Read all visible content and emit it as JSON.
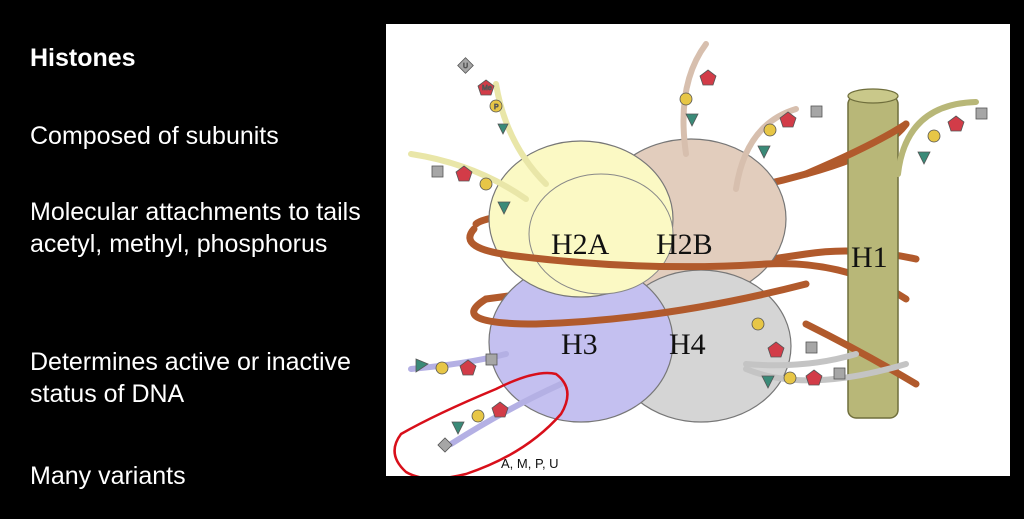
{
  "slide": {
    "title": "Histones",
    "bullets": [
      "Composed of subunits",
      "Molecular attachments to tails acetyl, methyl, phosphorus",
      "Determines active or inactive status of DNA",
      "Many variants"
    ]
  },
  "diagram": {
    "subunits": {
      "h2a": "H2A",
      "h2b": "H2B",
      "h3": "H3",
      "h4": "H4",
      "h1": "H1"
    },
    "mod_letters": {
      "methyl": "Me",
      "phospho": "P",
      "acetyl": "A",
      "ubiquitin": "U"
    },
    "annotation": "A, M, P, U",
    "colors": {
      "h2a": "#fbf9c4",
      "h2b": "#e2cdbd",
      "h3": "#c4c0f0",
      "h4": "#d5d5d5",
      "h1": "#b8b778",
      "dna": "#b15a2c",
      "methyl": "#d23c48",
      "phospho": "#e7c646",
      "acetyl": "#3a8a78",
      "ubiquitin": "#a6a6a6",
      "circle_annotation": "#d80f1a"
    }
  }
}
